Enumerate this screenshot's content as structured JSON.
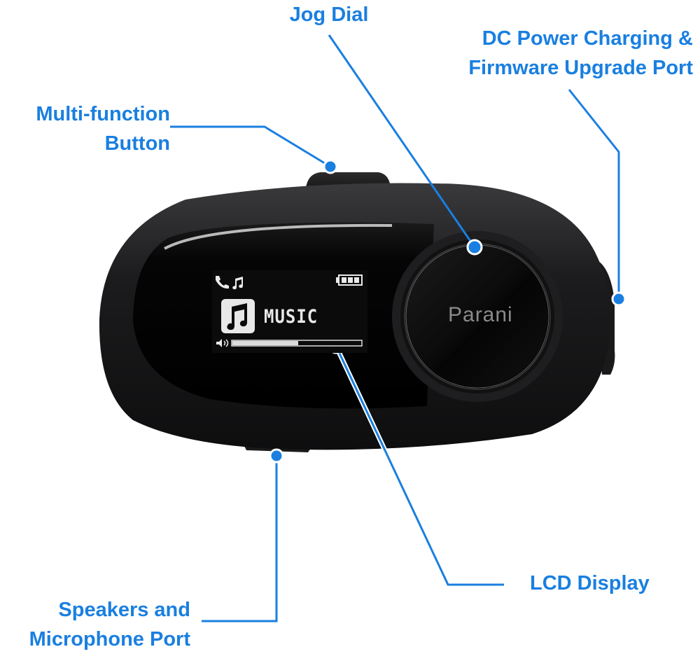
{
  "diagram": {
    "subject": "Parani motorcycle communication device",
    "brand_logo": "Parani",
    "accent_color": "#1a7fe0",
    "callouts": [
      {
        "id": "jog-dial",
        "lines": [
          "Jog Dial"
        ]
      },
      {
        "id": "dc-power-port",
        "lines": [
          "DC Power Charging &",
          "Firmware Upgrade Port"
        ]
      },
      {
        "id": "multi-function-button",
        "lines": [
          "Multi-function",
          "Button"
        ]
      },
      {
        "id": "lcd-display",
        "lines": [
          "LCD Display"
        ]
      },
      {
        "id": "speakers-mic-port",
        "lines": [
          "Speakers and",
          "Microphone Port"
        ]
      }
    ]
  },
  "lcd": {
    "status_icons": [
      "phone-icon",
      "music-note-icon",
      "battery-full-icon"
    ],
    "mode_icon": "music-tile-icon",
    "mode_label": "MUSIC",
    "volume_icon": "speaker-volume-icon",
    "volume_percent": 45
  }
}
